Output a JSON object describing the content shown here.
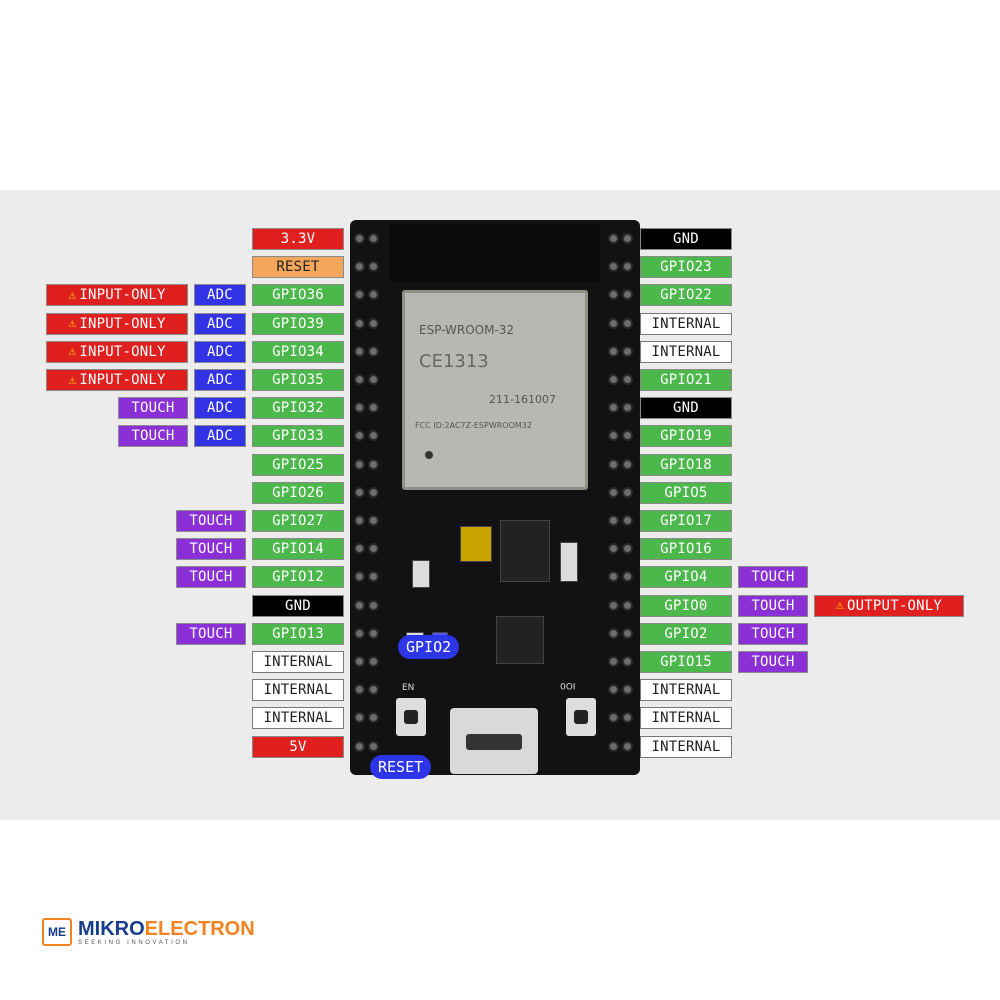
{
  "left_pins": [
    {
      "labels": [
        {
          "type": "pwr",
          "text": "3.3V"
        }
      ]
    },
    {
      "labels": [
        {
          "type": "rst",
          "text": "RESET"
        }
      ]
    },
    {
      "labels": [
        {
          "type": "warn",
          "text": "INPUT-ONLY"
        },
        {
          "type": "adc",
          "text": "ADC"
        },
        {
          "type": "gpio",
          "text": "GPIO36"
        }
      ]
    },
    {
      "labels": [
        {
          "type": "warn",
          "text": "INPUT-ONLY"
        },
        {
          "type": "adc",
          "text": "ADC"
        },
        {
          "type": "gpio",
          "text": "GPIO39"
        }
      ]
    },
    {
      "labels": [
        {
          "type": "warn",
          "text": "INPUT-ONLY"
        },
        {
          "type": "adc",
          "text": "ADC"
        },
        {
          "type": "gpio",
          "text": "GPIO34"
        }
      ]
    },
    {
      "labels": [
        {
          "type": "warn",
          "text": "INPUT-ONLY"
        },
        {
          "type": "adc",
          "text": "ADC"
        },
        {
          "type": "gpio",
          "text": "GPIO35"
        }
      ]
    },
    {
      "labels": [
        {
          "type": "touch",
          "text": "TOUCH"
        },
        {
          "type": "adc",
          "text": "ADC"
        },
        {
          "type": "gpio",
          "text": "GPIO32"
        }
      ]
    },
    {
      "labels": [
        {
          "type": "touch",
          "text": "TOUCH"
        },
        {
          "type": "adc",
          "text": "ADC"
        },
        {
          "type": "gpio",
          "text": "GPIO33"
        }
      ]
    },
    {
      "labels": [
        {
          "type": "gpio",
          "text": "GPIO25"
        }
      ]
    },
    {
      "labels": [
        {
          "type": "gpio",
          "text": "GPIO26"
        }
      ]
    },
    {
      "labels": [
        {
          "type": "touch",
          "text": "TOUCH"
        },
        {
          "type": "gpio",
          "text": "GPIO27"
        }
      ]
    },
    {
      "labels": [
        {
          "type": "touch",
          "text": "TOUCH"
        },
        {
          "type": "gpio",
          "text": "GPIO14"
        }
      ]
    },
    {
      "labels": [
        {
          "type": "touch",
          "text": "TOUCH"
        },
        {
          "type": "gpio",
          "text": "GPIO12"
        }
      ]
    },
    {
      "labels": [
        {
          "type": "gnd",
          "text": "GND"
        }
      ]
    },
    {
      "labels": [
        {
          "type": "touch",
          "text": "TOUCH"
        },
        {
          "type": "gpio",
          "text": "GPIO13"
        }
      ]
    },
    {
      "labels": [
        {
          "type": "int",
          "text": "INTERNAL"
        }
      ]
    },
    {
      "labels": [
        {
          "type": "int",
          "text": "INTERNAL"
        }
      ]
    },
    {
      "labels": [
        {
          "type": "int",
          "text": "INTERNAL"
        }
      ]
    },
    {
      "labels": [
        {
          "type": "pwr",
          "text": "5V"
        }
      ]
    }
  ],
  "right_pins": [
    {
      "labels": [
        {
          "type": "gnd",
          "text": "GND"
        }
      ]
    },
    {
      "labels": [
        {
          "type": "gpio",
          "text": "GPIO23"
        }
      ]
    },
    {
      "labels": [
        {
          "type": "gpio",
          "text": "GPIO22"
        }
      ]
    },
    {
      "labels": [
        {
          "type": "int",
          "text": "INTERNAL"
        }
      ]
    },
    {
      "labels": [
        {
          "type": "int",
          "text": "INTERNAL"
        }
      ]
    },
    {
      "labels": [
        {
          "type": "gpio",
          "text": "GPIO21"
        }
      ]
    },
    {
      "labels": [
        {
          "type": "gnd",
          "text": "GND"
        }
      ]
    },
    {
      "labels": [
        {
          "type": "gpio",
          "text": "GPIO19"
        }
      ]
    },
    {
      "labels": [
        {
          "type": "gpio",
          "text": "GPIO18"
        }
      ]
    },
    {
      "labels": [
        {
          "type": "gpio",
          "text": "GPIO5"
        }
      ]
    },
    {
      "labels": [
        {
          "type": "gpio",
          "text": "GPIO17"
        }
      ]
    },
    {
      "labels": [
        {
          "type": "gpio",
          "text": "GPIO16"
        }
      ]
    },
    {
      "labels": [
        {
          "type": "gpio",
          "text": "GPIO4"
        },
        {
          "type": "touch",
          "text": "TOUCH"
        }
      ]
    },
    {
      "labels": [
        {
          "type": "gpio",
          "text": "GPIO0"
        },
        {
          "type": "touch",
          "text": "TOUCH"
        },
        {
          "type": "warn",
          "text": "OUTPUT-ONLY"
        }
      ]
    },
    {
      "labels": [
        {
          "type": "gpio",
          "text": "GPIO2"
        },
        {
          "type": "touch",
          "text": "TOUCH"
        }
      ]
    },
    {
      "labels": [
        {
          "type": "gpio",
          "text": "GPIO15"
        },
        {
          "type": "touch",
          "text": "TOUCH"
        }
      ]
    },
    {
      "labels": [
        {
          "type": "int",
          "text": "INTERNAL"
        }
      ]
    },
    {
      "labels": [
        {
          "type": "int",
          "text": "INTERNAL"
        }
      ]
    },
    {
      "labels": [
        {
          "type": "int",
          "text": "INTERNAL"
        }
      ]
    }
  ],
  "board": {
    "module_name": "ESP-WROOM-32",
    "ce_mark": "CE1313",
    "cert_code": "211-161007",
    "fcc_id": "FCC ID:2AC7Z-ESPWROOM32",
    "en_label": "EN",
    "io0_label": "IO0",
    "callout_gpio2": "GPIO2",
    "callout_reset": "RESET"
  },
  "logo": {
    "icon_text": "ME",
    "name_a": "MIKRO",
    "name_b": "ELECTRON",
    "tagline": "SEEKING INNOVATION"
  },
  "colors": {
    "gpio": "#4cb84c",
    "power": "#e0201e",
    "ground": "#000000",
    "reset": "#f4a75a",
    "adc": "#3232e6",
    "touch": "#8b2fd6",
    "warning": "#e0201e",
    "callout": "#2d35e8",
    "logo_blue": "#1a3c8c",
    "logo_orange": "#f58220"
  },
  "icons": {
    "warning": "warning-triangle-icon",
    "logo": "mikroelectron-logo-icon"
  }
}
